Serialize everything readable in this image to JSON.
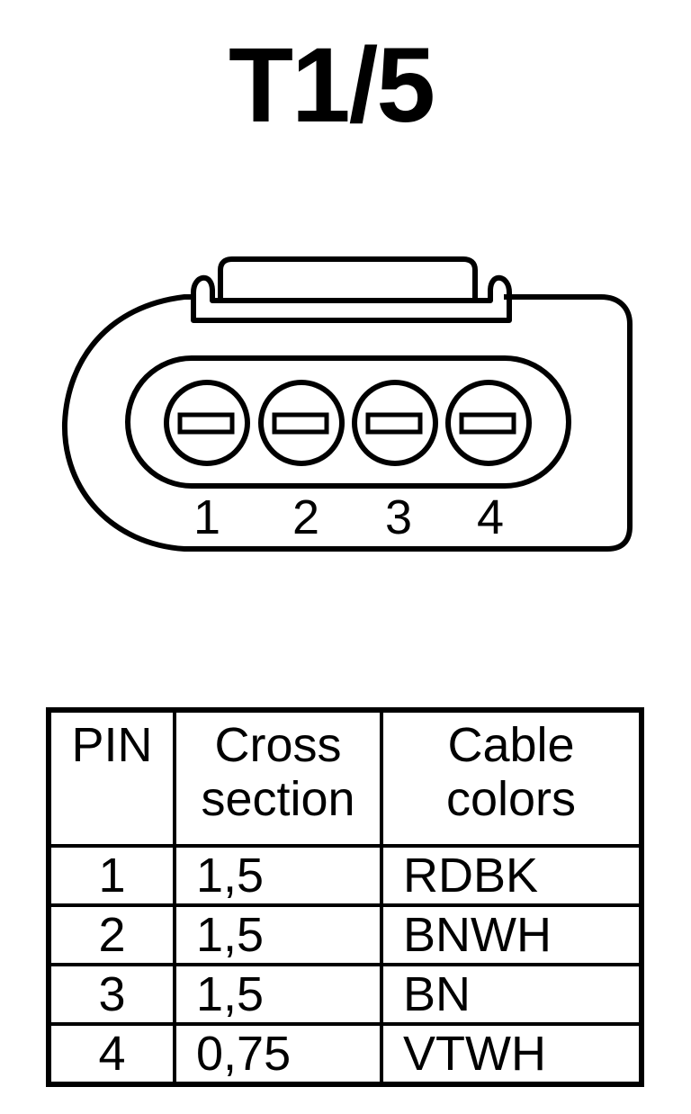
{
  "title": "T1/5",
  "connector": {
    "pin_labels": [
      "1",
      "2",
      "3",
      "4"
    ]
  },
  "table": {
    "headers": {
      "pin": "PIN",
      "cross_section": [
        "Cross",
        "section"
      ],
      "cable_colors": [
        "Cable",
        "colors"
      ]
    },
    "rows": [
      {
        "pin": "1",
        "cross_section": "1,5",
        "color": "RDBK"
      },
      {
        "pin": "2",
        "cross_section": "1,5",
        "color": "BNWH"
      },
      {
        "pin": "3",
        "cross_section": "1,5",
        "color": "BN"
      },
      {
        "pin": "4",
        "cross_section": "0,75",
        "color": "VTWH"
      }
    ]
  }
}
